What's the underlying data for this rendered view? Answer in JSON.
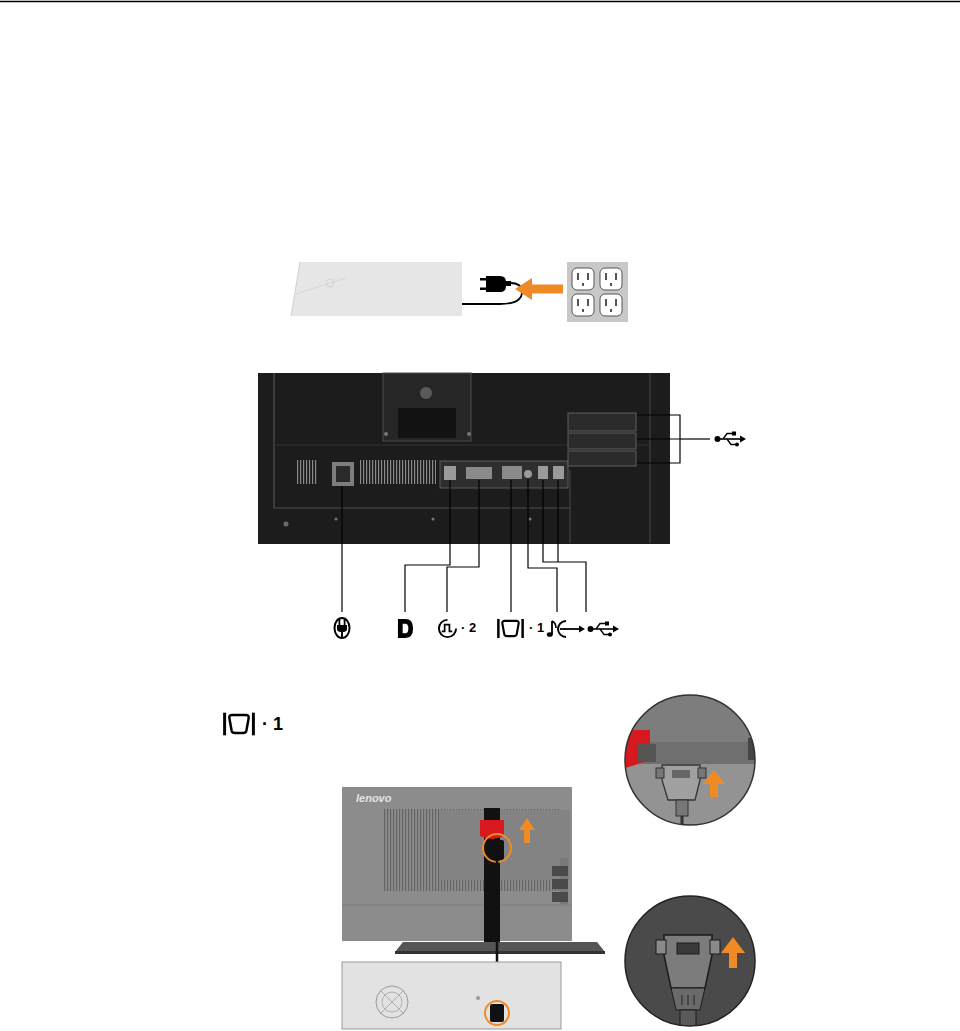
{
  "diagram": {
    "labels": [
      "· 2",
      "· 1",
      "· 1",
      "lenovo"
    ]
  }
}
